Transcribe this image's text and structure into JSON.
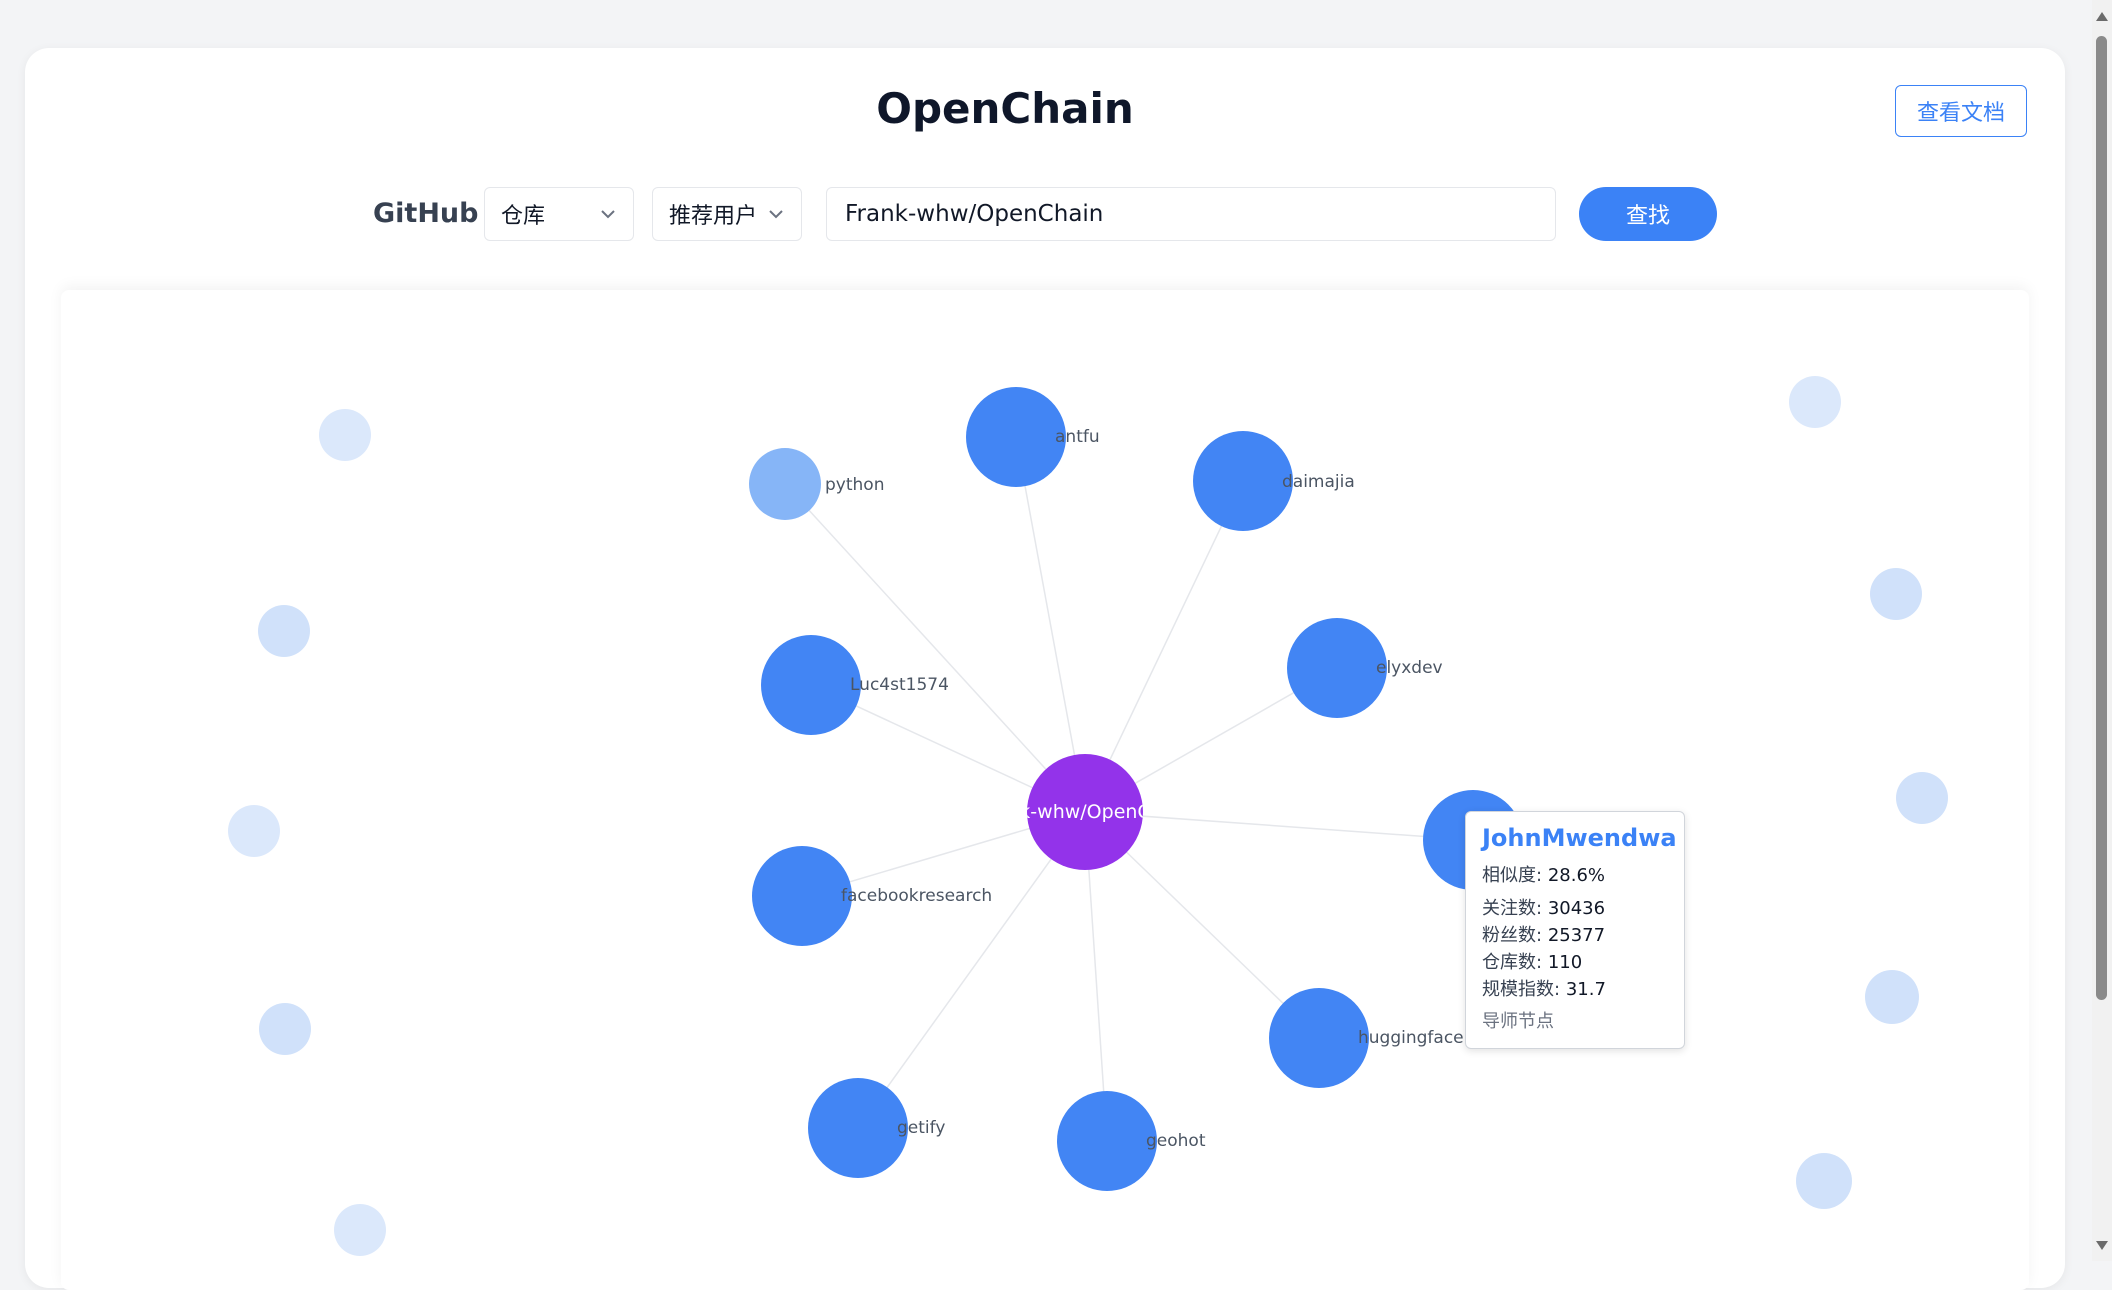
{
  "app": {
    "title": "OpenChain",
    "docs_button": "查看文档"
  },
  "search_bar": {
    "platform_label": "GitHub",
    "type_select": "仓库",
    "mode_select": "推荐用户",
    "query": "Frank-whw/OpenChain",
    "find_button": "查找"
  },
  "graph": {
    "center": {
      "label": "k-whw/OpenC",
      "color": "#9333ea"
    },
    "primary_color": "#4285f4",
    "light_color": "#86b5f7",
    "background_node_color": "#dbe8fb",
    "nodes": [
      {
        "name": "python",
        "style": "light"
      },
      {
        "name": "antfu",
        "style": "primary"
      },
      {
        "name": "daimajia",
        "style": "primary"
      },
      {
        "name": "Luc4st1574",
        "style": "primary"
      },
      {
        "name": "elyxdev",
        "style": "primary"
      },
      {
        "name": "JohnMwendwa",
        "style": "primary"
      },
      {
        "name": "facebookresearch",
        "style": "primary"
      },
      {
        "name": "huggingface",
        "style": "primary"
      },
      {
        "name": "getify",
        "style": "primary"
      },
      {
        "name": "geohot",
        "style": "primary"
      }
    ]
  },
  "tooltip": {
    "name": "JohnMwendwa",
    "similarity_label": "相似度:",
    "similarity": "28.6%",
    "following_label": "关注数:",
    "following": "30436",
    "followers_label": "粉丝数:",
    "followers": "25377",
    "repos_label": "仓库数:",
    "repos": "110",
    "scale_label": "规模指数:",
    "scale": "31.7",
    "role": "导师节点"
  }
}
